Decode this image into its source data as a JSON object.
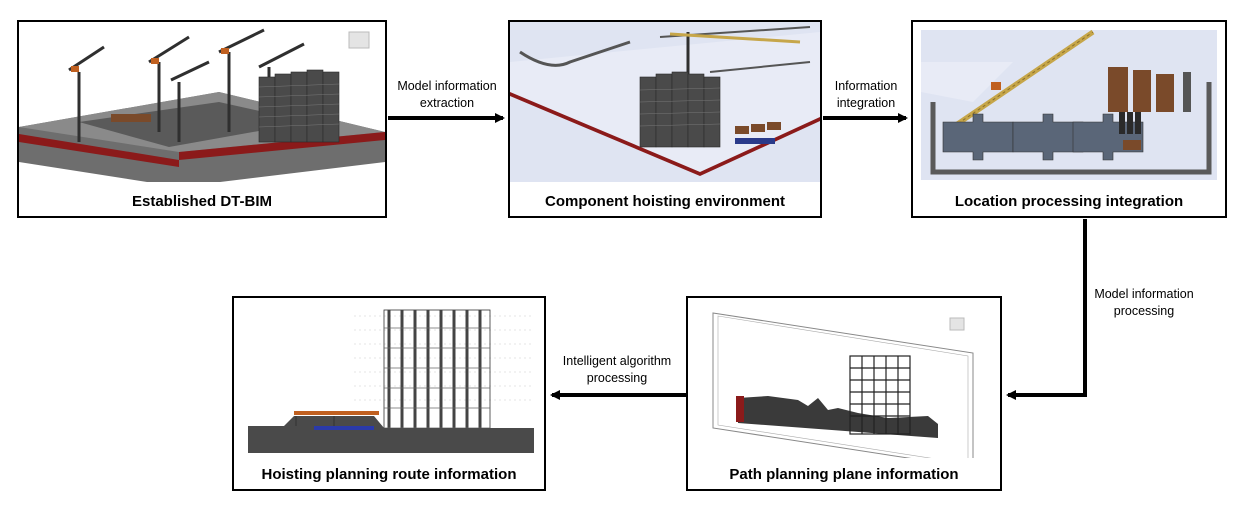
{
  "boxes": {
    "b1": {
      "caption": "Established DT-BIM"
    },
    "b2": {
      "caption": "Component hoisting environment"
    },
    "b3": {
      "caption": "Location processing integration"
    },
    "b4": {
      "caption": "Path planning plane information"
    },
    "b5": {
      "caption": "Hoisting planning route information"
    }
  },
  "edges": {
    "e1": {
      "line1": "Model information",
      "line2": "extraction"
    },
    "e2": {
      "line1": "Information",
      "line2": "integration"
    },
    "e3": {
      "line1": "Model information",
      "line2": "processing"
    },
    "e4": {
      "line1": "Intelligent algorithm",
      "line2": "processing"
    }
  },
  "colors": {
    "ink": "#000000",
    "building": "#4a4a4a",
    "crane": "#2f2f2f",
    "accent": "#c06020",
    "ground": "#7a7a7a"
  }
}
